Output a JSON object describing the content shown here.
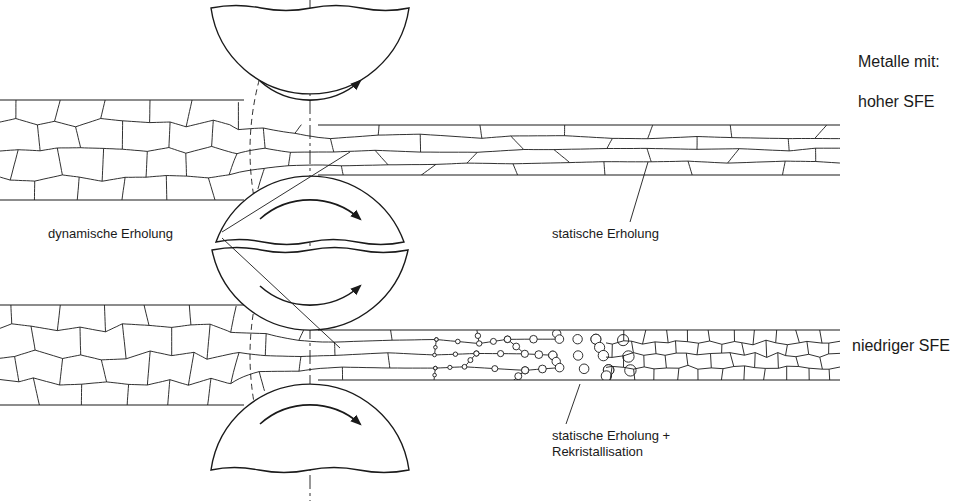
{
  "diagram": {
    "labels": [
      "Metalle mit:",
      "hoher SFE",
      "dynamische Erholung",
      "statische Erholung",
      "niedriger SFE",
      "statische Erholung + Rekristallisation"
    ]
  }
}
